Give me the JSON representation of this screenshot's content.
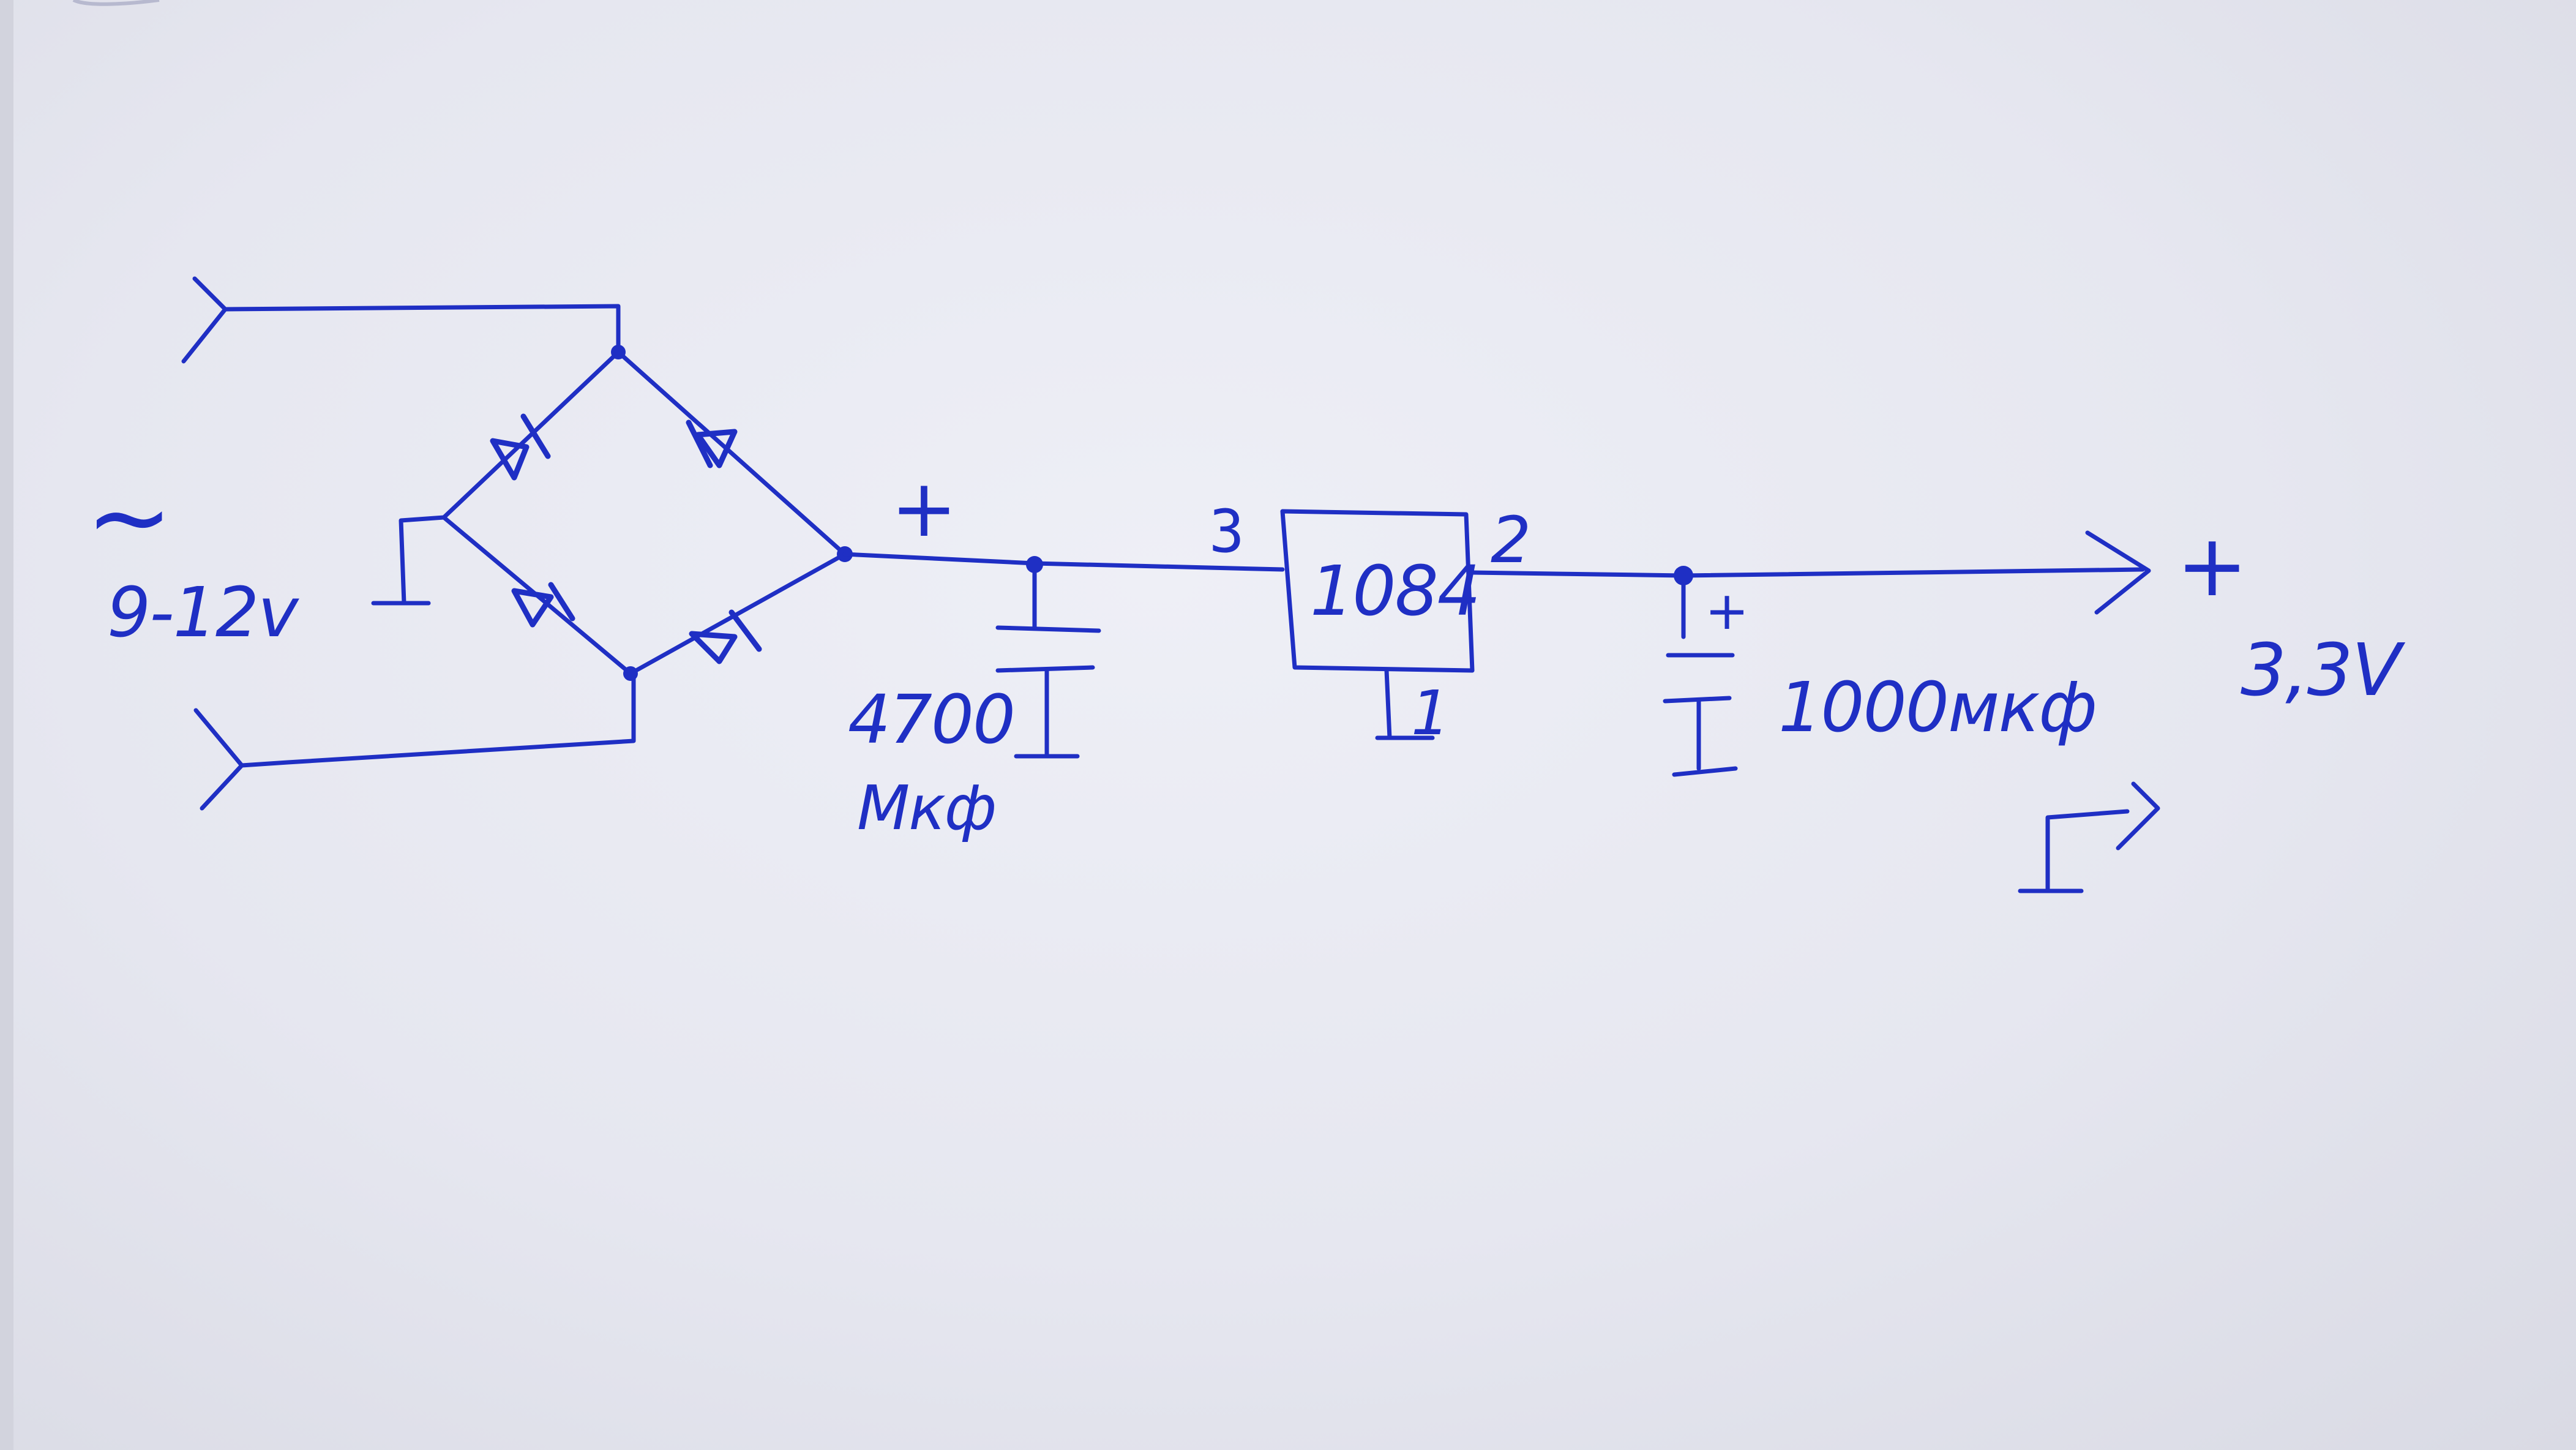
{
  "ac_input": {
    "symbol": "~",
    "voltage": "9-12v"
  },
  "bridge": {
    "dc_plus_label": "+"
  },
  "input_capacitor": {
    "value": "4700",
    "unit": "Мкф"
  },
  "regulator": {
    "part_number": "1084",
    "pin_in": "3",
    "pin_out": "2",
    "pin_adj": "1"
  },
  "output_capacitor": {
    "polarity": "+",
    "value": "1000мкф"
  },
  "output": {
    "polarity": "+",
    "voltage": "3,3V"
  },
  "colors": {
    "ink": "#1f2fc4",
    "paper": "#e8e9f1"
  }
}
